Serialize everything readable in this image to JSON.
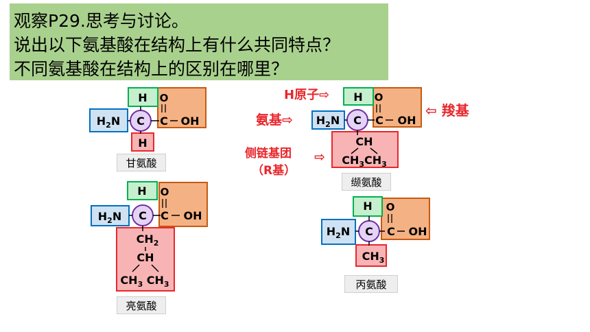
{
  "title": {
    "line1": "观察P29.思考与讨论。",
    "line2": "说出以下氨基酸在结构上有什么共同特点？",
    "line3": "不同氨基酸在结构上的区别在哪里？"
  },
  "labels": {
    "h_atom": "H原子⇨",
    "amino": "氨基⇨",
    "carboxyl": "⇦ 羧基",
    "r_group_line1": "侧链基团",
    "r_group_line2": "（R基）",
    "r_group_arrow": "⇨"
  },
  "molecules": {
    "glycine": {
      "name": "甘氨酸",
      "r": "H"
    },
    "valine": {
      "name": "缬氨酸",
      "r1": "CH",
      "r2": "CH3 CH3"
    },
    "leucine": {
      "name": "亮氨酸",
      "r1": "CH2",
      "r2": "CH",
      "r3": "CH3 CH3"
    },
    "alanine": {
      "name": "丙氨酸",
      "r": "CH3"
    }
  },
  "colors": {
    "title_bg": "#a9d18e",
    "h_box": "#00b050",
    "h_fill": "#c6efce",
    "amino_box": "#0070c0",
    "amino_fill": "#cfe2f3",
    "carboxyl_box": "#c55a11",
    "carboxyl_fill": "#f4b183",
    "r_box": "#e8262b",
    "r_fill": "#f8b4b4",
    "c_circle": "#7030a0",
    "c_fill": "#e4d3f5",
    "red_text": "#e8262b"
  }
}
